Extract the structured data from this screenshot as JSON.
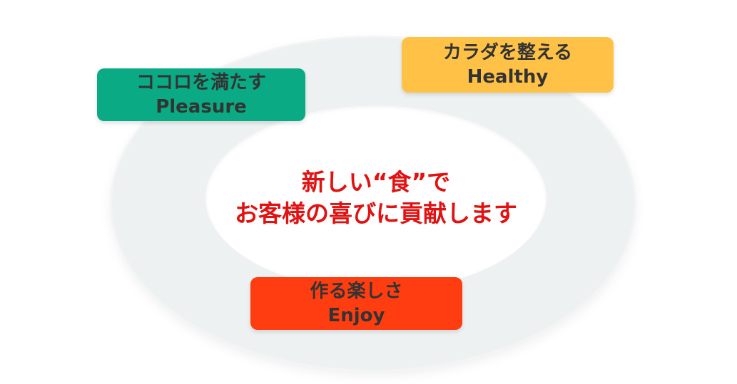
{
  "center": {
    "line1": "新しい“食”で",
    "line2": "お客様の喜びに貢献します",
    "color": "#e01212"
  },
  "boxes": {
    "pleasure": {
      "jp": "ココロを満たす",
      "en": "Pleasure",
      "color": "#0aab84"
    },
    "healthy": {
      "jp": "カラダを整える",
      "en": "Healthy",
      "color": "#ffc247"
    },
    "enjoy": {
      "jp": "作る楽しさ",
      "en": "Enjoy",
      "color": "#ff3d10"
    }
  }
}
